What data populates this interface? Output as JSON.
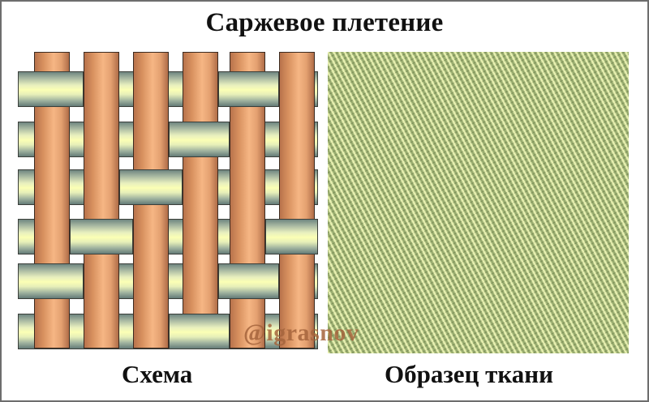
{
  "title": "Саржевое плетение",
  "captions": {
    "scheme": "Схема",
    "sample": "Образец ткани"
  },
  "watermark": "@igrasnov",
  "colors": {
    "warp": "#e3a070",
    "weft": "#fbffb5",
    "weft_edge": "#6f8680",
    "fabric": "#b7c98b",
    "frame": "#6d6d6d"
  },
  "weave": {
    "type": "twill",
    "columns": 6,
    "rows": 6,
    "legend": {
      "W": "weft over warp",
      "V": "warp over weft"
    },
    "matrix": [
      [
        "W",
        "V",
        "V",
        "V",
        "W",
        "V"
      ],
      [
        "V",
        "V",
        "V",
        "W",
        "V",
        "V"
      ],
      [
        "V",
        "V",
        "W",
        "V",
        "V",
        "V"
      ],
      [
        "V",
        "W",
        "V",
        "V",
        "V",
        "W"
      ],
      [
        "W",
        "V",
        "V",
        "V",
        "W",
        "V"
      ],
      [
        "V",
        "V",
        "V",
        "W",
        "V",
        "V"
      ]
    ]
  }
}
